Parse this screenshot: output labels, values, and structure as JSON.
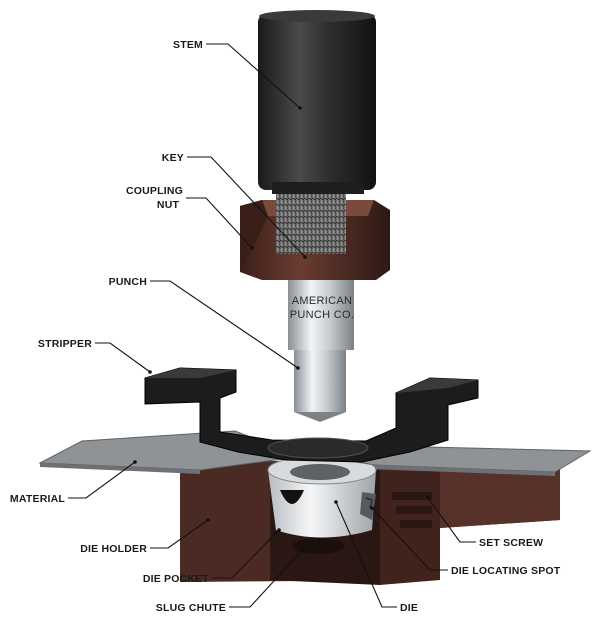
{
  "labels": {
    "stem": "STEM",
    "key": "KEY",
    "coupling_line1": "COUPLING",
    "coupling_line2": "NUT",
    "punch": "PUNCH",
    "stripper": "STRIPPER",
    "material": "MATERIAL",
    "die_holder": "DIE HOLDER",
    "die_pocket": "DIE POCKET",
    "slug_chute": "SLUG CHUTE",
    "die": "DIE",
    "die_locating_spot": "DIE LOCATING SPOT",
    "set_screw": "SET SCREW"
  },
  "engraving": {
    "line1": "AMERICAN",
    "line2": "PUNCH CO."
  },
  "colors": {
    "stem": "#2b2b2b",
    "coupling_nut": "#4a2a22",
    "punch": "#c9cdd1",
    "stripper": "#1c1c1c",
    "material": "#8f9396",
    "die_holder": "#4b2c24",
    "die": "#e2e5e8"
  }
}
